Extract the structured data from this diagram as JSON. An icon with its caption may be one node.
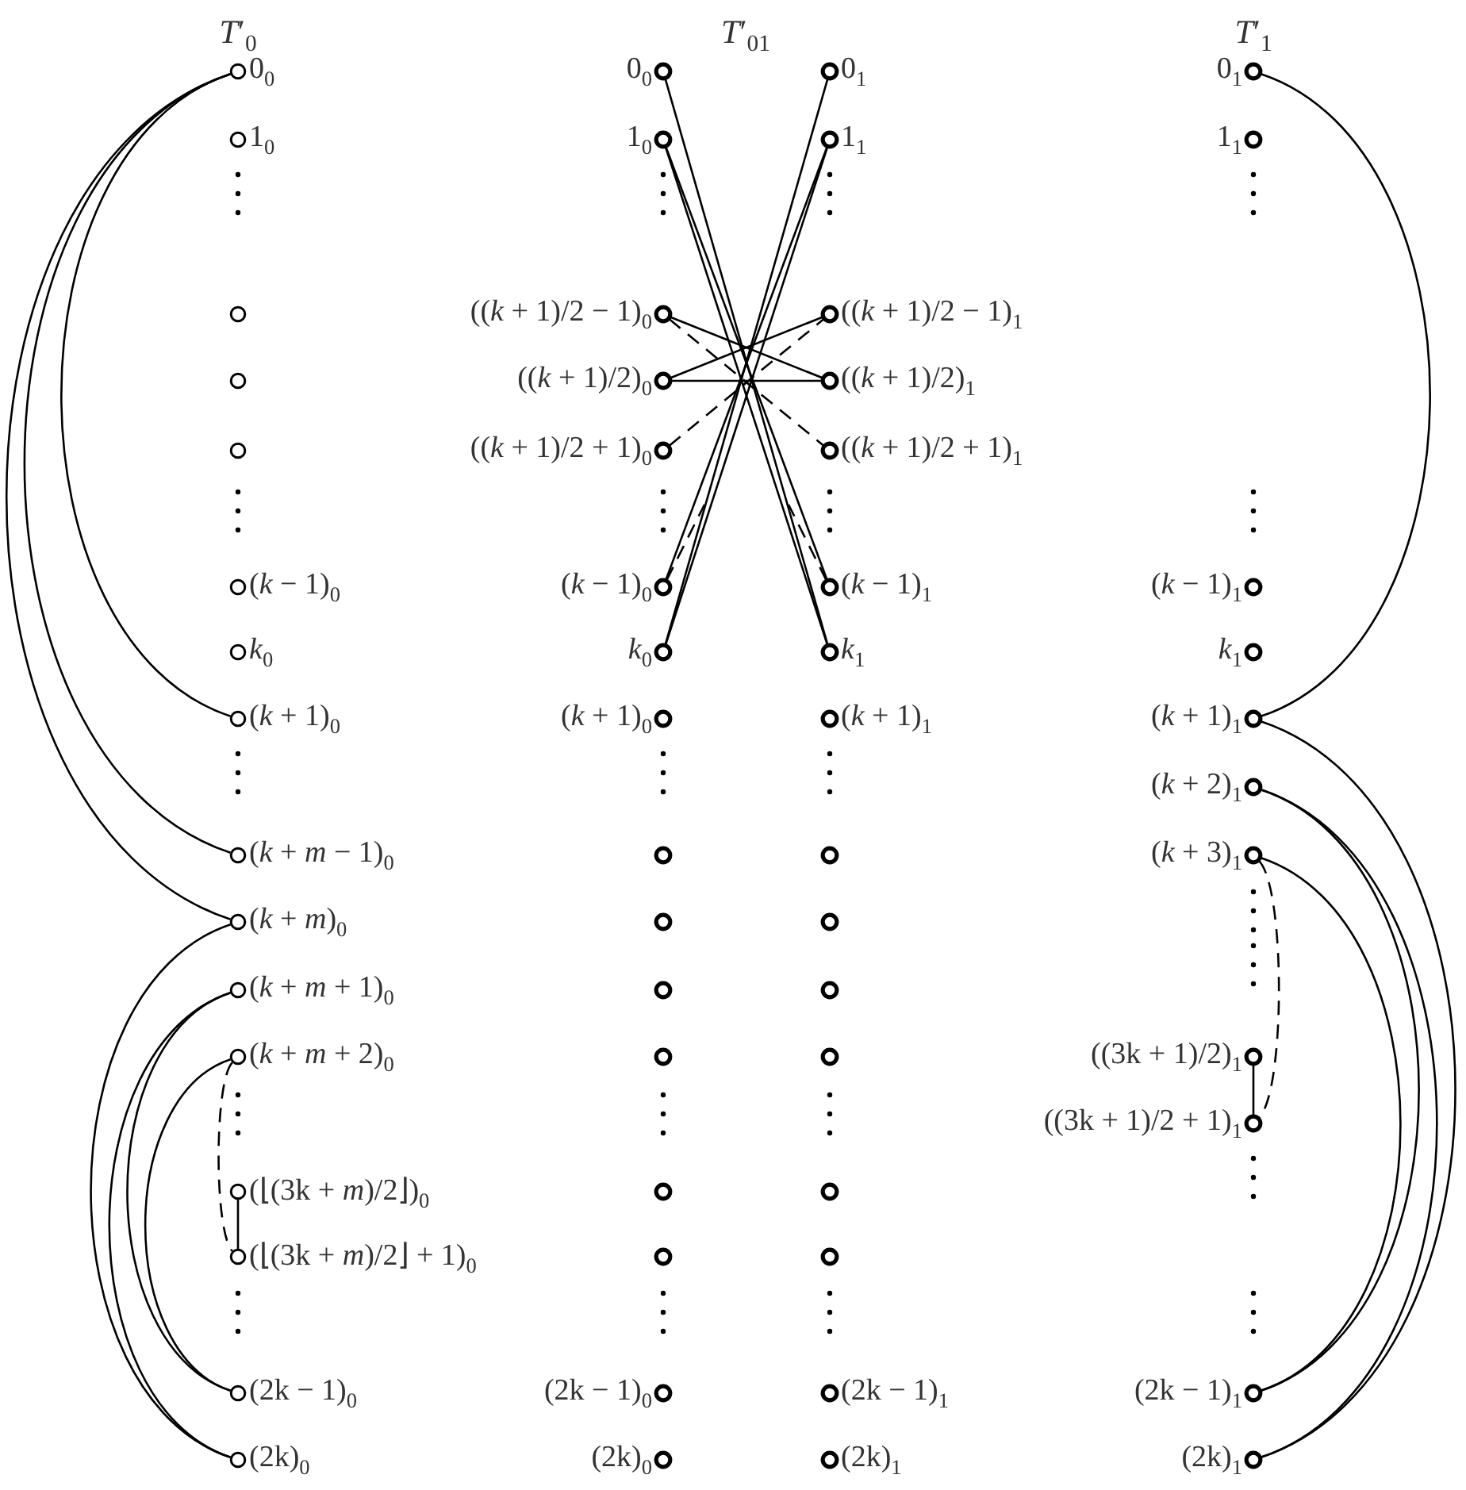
{
  "diagram": {
    "nodes": [
      {
        "text": [
          "0$_{0}$"
        ]
      },
      {
        "text": [
          "1$_{0}$"
        ]
      },
      {
        "text": [],
        "shape": "circle"
      },
      {
        "text": [],
        "shape": "circle"
      },
      {
        "text": [],
        "shape": "circle"
      },
      {
        "text": [
          "(*k* − 1)$_{0}$"
        ]
      },
      {
        "text": [
          "*k*$_{0}$"
        ]
      },
      {
        "text": [
          "(*k* + 1)$_{0}$"
        ]
      },
      {
        "text": [
          "(*k* + *m* − 1)$_{0}$"
        ]
      },
      {
        "text": [
          "(*k* + *m*)$_{0}$"
        ]
      },
      {
        "text": [
          "(*k* + *m* + 1)$_{0}$"
        ]
      },
      {
        "text": [
          "(*k* + *m* + 2)$_{0}$"
        ]
      },
      {
        "text": [
          "(⌊(3k + *m*)/2⌋)$_{0}$"
        ]
      },
      {
        "text": [
          "(⌊(3k + *m*)/2⌋ + 1)$_{0}$"
        ]
      },
      {
        "text": [
          "(2k − 1)$_{0}$"
        ]
      },
      {
        "text": [
          "(2k)$_{0}$"
        ]
      },
      {
        "text": [
          "0$_{0}$"
        ]
      },
      {
        "text": [
          "1$_{0}$"
        ]
      },
      {
        "text": [
          "((*k* + 1)/2 − 1)$_{0}$"
        ]
      },
      {
        "text": [
          "((*k* + 1)/2)$_{0}$"
        ]
      },
      {
        "text": [
          "((*k* + 1)/2 + 1)$_{0}$"
        ]
      },
      {
        "text": [
          "(*k* − 1)$_{0}$"
        ]
      },
      {
        "text": [
          "*k*$_{0}$"
        ]
      },
      {
        "text": [
          "(*k* + 1)$_{0}$"
        ]
      },
      {
        "text": [],
        "shape": "circle"
      },
      {
        "text": [],
        "shape": "circle"
      },
      {
        "text": [],
        "shape": "circle"
      },
      {
        "text": [],
        "shape": "circle"
      },
      {
        "text": [],
        "shape": "circle"
      },
      {
        "text": [],
        "shape": "circle"
      },
      {
        "text": [
          "(2k − 1)$_{0}$"
        ]
      },
      {
        "text": [
          "(2k)$_{0}$"
        ]
      },
      {
        "text": [
          "0$_{1}$"
        ]
      },
      {
        "text": [
          "1$_{1}$"
        ]
      },
      {
        "text": [
          "((*k* + 1)/2 − 1)$_{1}$"
        ]
      },
      {
        "text": [
          "((*k* + 1)/2)$_{1}$"
        ]
      },
      {
        "text": [
          "((*k* + 1)/2 + 1)$_{1}$"
        ]
      },
      {
        "text": [
          "(*k* − 1)$_{1}$"
        ]
      },
      {
        "text": [
          "*k*$_{1}$"
        ]
      },
      {
        "text": [
          "(*k* + 1)$_{1}$"
        ]
      },
      {
        "text": [],
        "shape": "circle"
      },
      {
        "text": [],
        "shape": "circle"
      },
      {
        "text": [],
        "shape": "circle"
      },
      {
        "text": [],
        "shape": "circle"
      },
      {
        "text": [],
        "shape": "circle"
      },
      {
        "text": [],
        "shape": "circle"
      },
      {
        "text": [
          "(2k − 1)$_{1}$"
        ]
      },
      {
        "text": [
          "(2k)$_{1}$"
        ]
      },
      {
        "text": [
          "0$_{1}$"
        ]
      },
      {
        "text": [
          "1$_{1}$"
        ]
      },
      {
        "text": [
          "(*k* − 1)$_{1}$"
        ]
      },
      {
        "text": [
          "*k*$_{1}$"
        ]
      },
      {
        "text": [
          "(*k* + 1)$_{1}$"
        ]
      },
      {
        "text": [
          "(*k* + 2)$_{1}$"
        ]
      },
      {
        "text": [
          "(*k* + 3)$_{1}$"
        ]
      },
      {
        "text": [
          "((3k + 1)/2)$_{1}$"
        ]
      },
      {
        "text": [
          "((3k + 1)/2 + 1)$_{1}$"
        ]
      },
      {
        "text": [
          "(2k − 1)$_{1}$"
        ]
      },
      {
        "text": [
          "(2k)$_{1}$"
        ]
      }
    ],
    "edges": [
      {
        "from": 0,
        "to": 7,
        "arrow": "none"
      },
      {
        "from": 0,
        "to": 8,
        "arrow": "none"
      },
      {
        "from": 0,
        "to": 9,
        "arrow": "none"
      },
      {
        "from": 9,
        "to": 15,
        "arrow": "none"
      },
      {
        "from": 10,
        "to": 14,
        "arrow": "none"
      },
      {
        "from": 10,
        "to": 15,
        "arrow": "none"
      },
      {
        "from": 11,
        "to": 14,
        "arrow": "none"
      },
      {
        "from": 11,
        "to": 13,
        "arrow": "none",
        "style": "dashed"
      },
      {
        "from": 12,
        "to": 13,
        "arrow": "none"
      },
      {
        "from": 16,
        "to": 38,
        "arrow": "none"
      },
      {
        "from": 17,
        "to": 37,
        "arrow": "none"
      },
      {
        "from": 17,
        "to": 38,
        "arrow": "none"
      },
      {
        "from": 32,
        "to": 22,
        "arrow": "none"
      },
      {
        "from": 33,
        "to": 21,
        "arrow": "none"
      },
      {
        "from": 33,
        "to": 22,
        "arrow": "none"
      },
      {
        "from": 18,
        "to": 35,
        "arrow": "none"
      },
      {
        "from": 18,
        "to": 36,
        "arrow": "none",
        "style": "dashed"
      },
      {
        "from": 19,
        "to": 34,
        "arrow": "none"
      },
      {
        "from": 19,
        "to": 35,
        "arrow": "none"
      },
      {
        "from": 20,
        "to": 34,
        "arrow": "none",
        "style": "dashed"
      },
      {
        "from": 21,
        "to": null,
        "arrow": "none",
        "style": "dashed"
      },
      {
        "from": 37,
        "to": null,
        "arrow": "none",
        "style": "dashed"
      },
      {
        "from": 48,
        "to": 52,
        "arrow": "none"
      },
      {
        "from": 52,
        "to": 58,
        "arrow": "none"
      },
      {
        "from": 53,
        "to": 57,
        "arrow": "none"
      },
      {
        "from": 53,
        "to": 58,
        "arrow": "none"
      },
      {
        "from": 54,
        "to": 57,
        "arrow": "none"
      },
      {
        "from": 54,
        "to": 56,
        "arrow": "none",
        "style": "dashed"
      },
      {
        "from": 55,
        "to": 56,
        "arrow": "none"
      }
    ],
    "labels": [
      "*T*′$_{0}$",
      "*T*′$_{01}$",
      "*T*′$_{1}$"
    ]
  }
}
